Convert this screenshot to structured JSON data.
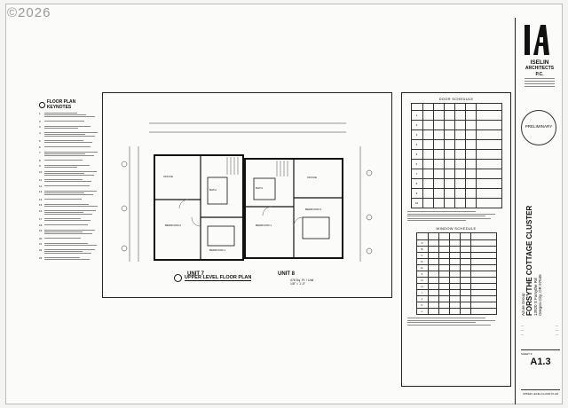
{
  "watermark": "©2026",
  "keynotes": {
    "title": "FLOOR PLAN KEYNOTES",
    "numbers": [
      "1",
      "2",
      "3",
      "4",
      "5",
      "6",
      "7",
      "8",
      "9",
      "10",
      "11",
      "12",
      "13",
      "14",
      "15",
      "16",
      "17",
      "18",
      "19",
      "20",
      "21",
      "22",
      "23"
    ]
  },
  "plan": {
    "unit_left": "UNIT 7",
    "unit_right": "UNIT 8",
    "title": "UPPER LEVEL FLOOR PLAN",
    "area": "478 Sq. Ft. / Unit",
    "scale": "1/8\" = 1'-0\"",
    "rooms": [
      "BEDROOM 2",
      "BEDROOM 1",
      "BEDROOM 2",
      "BEDROOM 1",
      "BATH",
      "BATH",
      "OFFICE",
      "OFFICE"
    ]
  },
  "schedules": {
    "door_title": "DOOR SCHEDULE",
    "window_title": "WINDOW SCHEDULE",
    "door_rows": [
      "1",
      "2",
      "3",
      "4",
      "5",
      "6",
      "7",
      "8",
      "9",
      "10"
    ],
    "window_rows": [
      "A",
      "B",
      "C",
      "D",
      "E",
      "F",
      "G",
      "H",
      "I",
      "J",
      "K",
      "L"
    ]
  },
  "title_block": {
    "firm_line1": "ISELIN",
    "firm_line2": "ARCHITECTS",
    "firm_line3": "P.C.",
    "stamp": "PRELIMINARY",
    "client": "Azure Group",
    "project_name": "FORSYTHE COTTAGE CLUSTER",
    "address_line1": "13920 S Forsythe Rd",
    "address_line2": "Oregon City, OR 97045",
    "sheet_label": "SHEET #",
    "sheet_number": "A1.3",
    "sheet_caption": "UPPER LEVEL FLOOR PLAN"
  }
}
